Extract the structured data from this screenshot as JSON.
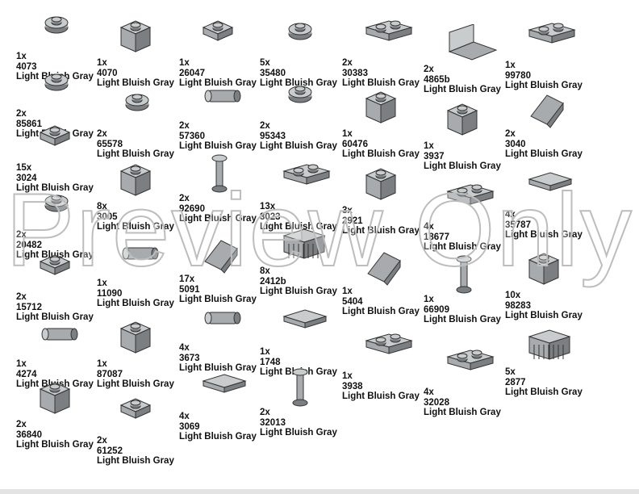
{
  "watermark": "Preview Only",
  "colors": {
    "part_fill": "#a7abae",
    "part_light": "#c9cccd",
    "part_dark": "#7b7f82",
    "outline": "#333333"
  },
  "parts": [
    {
      "qty": "1x",
      "num": "4073",
      "color": "Light Bluish Gray",
      "icon": "round-plate-1x1-icon"
    },
    {
      "qty": "2x",
      "num": "85861",
      "color": "Light Bluish Gray",
      "icon": "round-plate-with-hole-icon"
    },
    {
      "qty": "15x",
      "num": "3024",
      "color": "Light Bluish Gray",
      "icon": "plate-1x1-icon"
    },
    {
      "qty": "2x",
      "num": "20482",
      "color": "Light Bluish Gray",
      "icon": "round-tile-with-bar-icon"
    },
    {
      "qty": "2x",
      "num": "15712",
      "color": "Light Bluish Gray",
      "icon": "tile-with-clip-icon"
    },
    {
      "qty": "1x",
      "num": "4274",
      "color": "Light Bluish Gray",
      "icon": "technic-pin-half-icon"
    },
    {
      "qty": "2x",
      "num": "36840",
      "color": "Light Bluish Gray",
      "icon": "bracket-plate-icon"
    },
    {
      "qty": "1x",
      "num": "4070",
      "color": "Light Bluish Gray",
      "icon": "brick-with-headlight-icon"
    },
    {
      "qty": "2x",
      "num": "65578",
      "color": "Light Bluish Gray",
      "icon": "round-plate-with-bar-icon"
    },
    {
      "qty": "8x",
      "num": "3005",
      "color": "Light Bluish Gray",
      "icon": "brick-1x1-icon"
    },
    {
      "qty": "1x",
      "num": "11090",
      "color": "Light Bluish Gray",
      "icon": "bar-holder-clips-icon"
    },
    {
      "qty": "1x",
      "num": "87087",
      "color": "Light Bluish Gray",
      "icon": "brick-with-side-stud-icon"
    },
    {
      "qty": "2x",
      "num": "61252",
      "color": "Light Bluish Gray",
      "icon": "plate-with-clip-icon"
    },
    {
      "qty": "1x",
      "num": "26047",
      "color": "Light Bluish Gray",
      "icon": "plate-with-rotated-bar-icon"
    },
    {
      "qty": "2x",
      "num": "57360",
      "color": "Light Bluish Gray",
      "icon": "hinge-cylinder-icon"
    },
    {
      "qty": "2x",
      "num": "92690",
      "color": "Light Bluish Gray",
      "icon": "bar-with-clips-icon"
    },
    {
      "qty": "17x",
      "num": "5091",
      "color": "Light Bluish Gray",
      "icon": "slope-curved-icon"
    },
    {
      "qty": "4x",
      "num": "3673",
      "color": "Light Bluish Gray",
      "icon": "technic-pin-icon"
    },
    {
      "qty": "4x",
      "num": "3069",
      "color": "Light Bluish Gray",
      "icon": "tile-1x2-icon"
    },
    {
      "qty": "5x",
      "num": "35480",
      "color": "Light Bluish Gray",
      "icon": "rounded-plate-1x2-icon"
    },
    {
      "qty": "2x",
      "num": "95343",
      "color": "Light Bluish Gray",
      "icon": "bucket-icon"
    },
    {
      "qty": "13x",
      "num": "3023",
      "color": "Light Bluish Gray",
      "icon": "plate-1x2-icon"
    },
    {
      "qty": "8x",
      "num": "2412b",
      "color": "Light Bluish Gray",
      "icon": "grille-tile-icon"
    },
    {
      "qty": "1x",
      "num": "1748",
      "color": "Light Bluish Gray",
      "icon": "half-round-tile-icon"
    },
    {
      "qty": "2x",
      "num": "32013",
      "color": "Light Bluish Gray",
      "icon": "technic-connector-icon"
    },
    {
      "qty": "2x",
      "num": "30383",
      "color": "Light Bluish Gray",
      "icon": "hinge-plate-icon"
    },
    {
      "qty": "1x",
      "num": "60476",
      "color": "Light Bluish Gray",
      "icon": "brick-with-clip-icon"
    },
    {
      "qty": "3x",
      "num": "2921",
      "color": "Light Bluish Gray",
      "icon": "brick-with-handle-icon"
    },
    {
      "qty": "1x",
      "num": "5404",
      "color": "Light Bluish Gray",
      "icon": "wedge-slope-icon"
    },
    {
      "qty": "1x",
      "num": "3938",
      "color": "Light Bluish Gray",
      "icon": "hinge-brick-icon"
    },
    {
      "qty": "2x",
      "num": "4865b",
      "color": "Light Bluish Gray",
      "icon": "panel-1x2-icon"
    },
    {
      "qty": "1x",
      "num": "3937",
      "color": "Light Bluish Gray",
      "icon": "hinge-base-icon"
    },
    {
      "qty": "4x",
      "num": "18677",
      "color": "Light Bluish Gray",
      "icon": "plate-with-pin-hole-icon"
    },
    {
      "qty": "1x",
      "num": "66909",
      "color": "Light Bluish Gray",
      "icon": "bar-with-stud-icon"
    },
    {
      "qty": "4x",
      "num": "32028",
      "color": "Light Bluish Gray",
      "icon": "plate-with-door-rail-icon"
    },
    {
      "qty": "1x",
      "num": "99780",
      "color": "Light Bluish Gray",
      "icon": "bracket-inverted-icon"
    },
    {
      "qty": "2x",
      "num": "3040",
      "color": "Light Bluish Gray",
      "icon": "slope-45-icon"
    },
    {
      "qty": "4x",
      "num": "35787",
      "color": "Light Bluish Gray",
      "icon": "wedge-tile-icon"
    },
    {
      "qty": "10x",
      "num": "98283",
      "color": "Light Bluish Gray",
      "icon": "masonry-brick-icon"
    },
    {
      "qty": "5x",
      "num": "2877",
      "color": "Light Bluish Gray",
      "icon": "grille-brick-icon"
    }
  ]
}
